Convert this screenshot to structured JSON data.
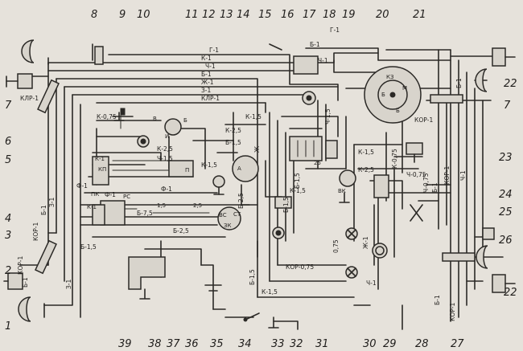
{
  "callouts": [
    "1",
    "2",
    "3",
    "4",
    "5",
    "6",
    "7",
    "8",
    "9",
    "10",
    "11",
    "12",
    "13",
    "14",
    "15",
    "16",
    "17",
    "18",
    "19",
    "20",
    "21",
    "22",
    "23",
    "24",
    "25",
    "26",
    "27",
    "28",
    "29",
    "30",
    "31",
    "32",
    "33",
    "34",
    "35",
    "36",
    "37",
    "38",
    "39",
    "7",
    "22"
  ],
  "wire_labels": {
    "h_top": [
      "Г-1",
      "К-1",
      "Ч-1",
      "Б-1",
      "Ж-1",
      "З-1",
      "КЛР-1",
      "КЛР-1",
      "Б-1",
      "Ч-1",
      "Г-1",
      "К-0,75",
      "К-2,5",
      "Ч-1,5",
      "К-1,5",
      "К-1,5",
      "К-2,5",
      "Б-1,5",
      "Ф-1",
      "Ф-1",
      "Ф-1",
      "Б-7,5",
      "Б-2,5",
      "Б-1,5",
      "КОР-0,75",
      "К-1,5",
      "К-1,5",
      "К-2,5",
      "К-1,5",
      "КОР-1",
      "Ч-1",
      "Ч-0,75"
    ],
    "v_side": [
      "КОР-1",
      "Б-1",
      "З-1",
      "КОР-1",
      "Б-1",
      "З-1",
      "Б-1,5",
      "Б-1,5",
      "Б-1,5",
      "Ж",
      "Ч-0,75",
      "Б-1",
      "КОР-1",
      "Б-1",
      "Ч-1",
      "Б-1",
      "КОР-1",
      "Ж-1",
      "Б-2,5",
      "Ч-1,5",
      "К-0,75",
      "0,75"
    ]
  },
  "terminals": [
    "В",
    "Б",
    "И",
    "А",
    "ВС",
    "СТ",
    "ЗК",
    "РС",
    "ПК",
    "Б",
    "М",
    "Б",
    "КЗ",
    "П",
    "КП",
    "ВК",
    "1,5",
    "2,5",
    "25",
    "К-1",
    "К-1"
  ]
}
